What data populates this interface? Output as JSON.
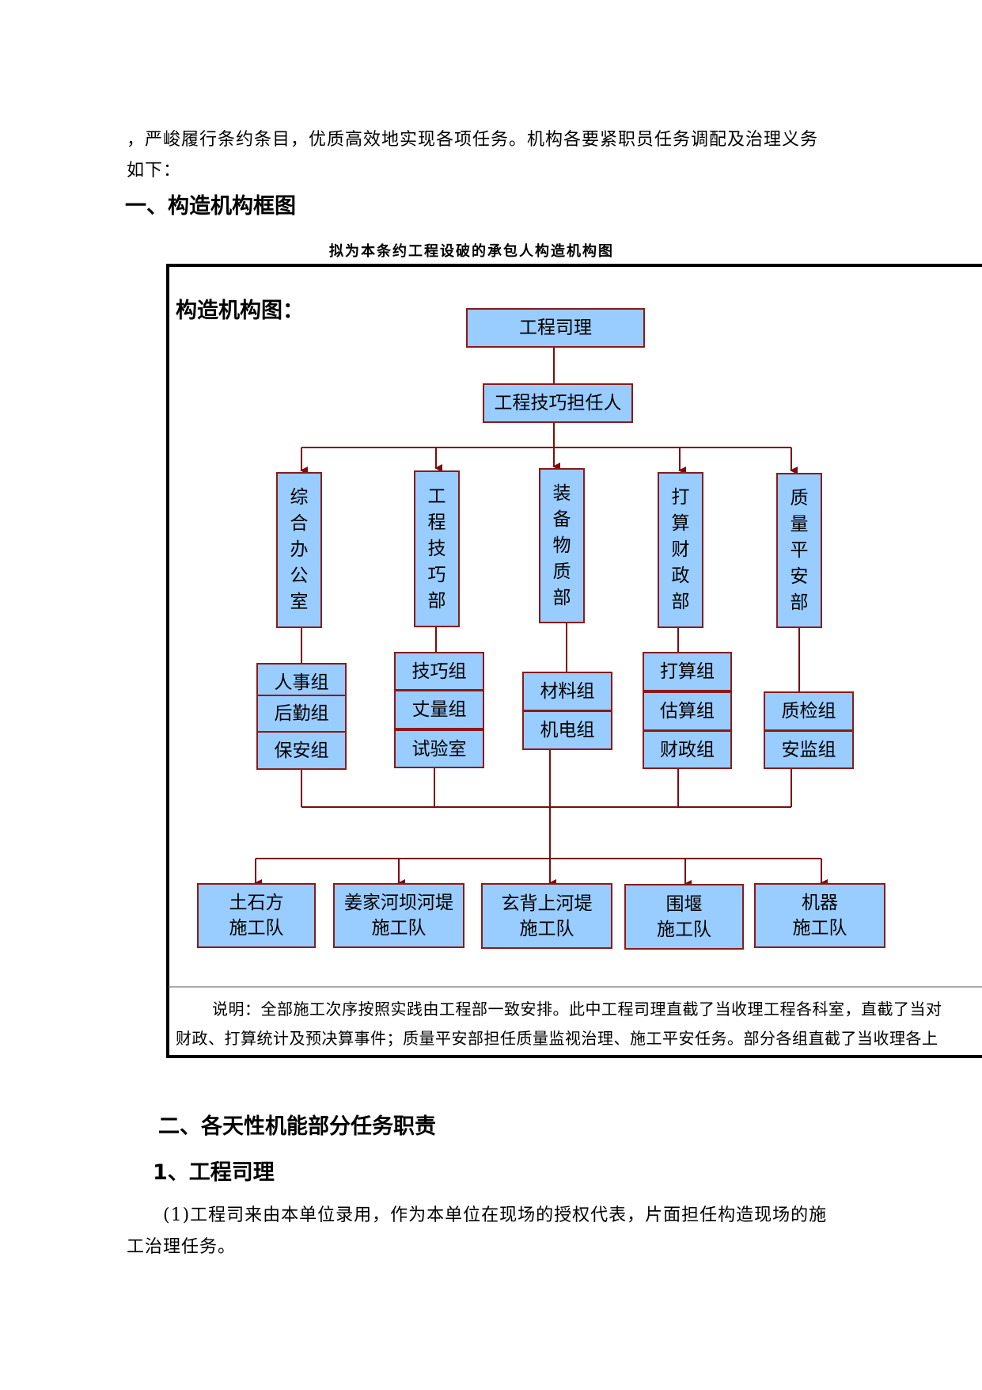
{
  "intro": {
    "line1": "，严峻履行条约条目，优质高效地实现各项任务。机构各要紧职员任务调配及治理义务",
    "line2": "如下："
  },
  "section1_heading": "一、构造机构框图",
  "chart_title": "拟为本条约工程设破的承包人构造机构图",
  "diagram": {
    "label": "构造机构图：",
    "top": "工程司理",
    "second": "工程技巧担任人",
    "departments": [
      "综\n合\n办\n公\n室",
      "工\n程\n技\n巧\n部",
      "装\n备\n物\n质\n部",
      "打\n算\n财\n政\n部",
      "质\n量\n平\n安\n部"
    ],
    "groups": {
      "admin": [
        "人事组",
        "后勤组",
        "保安组"
      ],
      "tech": [
        "技巧组",
        "丈量组",
        "试验室"
      ],
      "equip": [
        "材料组",
        "机电组"
      ],
      "finance": [
        "打算组",
        "估算组",
        "财政组"
      ],
      "quality": [
        "质检组",
        "安监组"
      ]
    },
    "teams": [
      "土石方\n施工队",
      "姜家河坝河堤\n施工队",
      "玄背上河堤\n施工队",
      "围堰\n施工队",
      "机器\n施工队"
    ],
    "note_line1": "说明：全部施工次序按照实践由工程部一致安排。此中工程司理直截了当收理工程各科室，直截了当对",
    "note_line2": "财政、打算统计及预决算事件；质量平安部担任质量监视治理、施工平安任务。部分各组直截了当收理各上"
  },
  "section2_heading": "二、各天性机能部分任务职责",
  "section2_sub": "1、工程司理",
  "body": {
    "line1": "(1)工程司来由本单位录用，作为本单位在现场的授权代表，片面担任构造现场的施",
    "line2": "工治理任务。"
  },
  "colors": {
    "box_fill": "#99ccff",
    "box_border": "#8b1a1a",
    "connector": "#7b0d0d"
  }
}
